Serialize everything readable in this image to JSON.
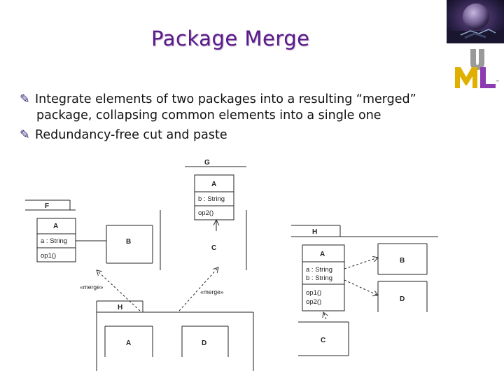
{
  "slide": {
    "title": "Package Merge",
    "bullets": [
      {
        "line1": "Integrate elements of two packages into a resulting “merged”",
        "line2": "package, collapsing common elements into a single one"
      },
      {
        "line1": "Redundancy-free cut and paste",
        "line2": ""
      }
    ],
    "bullet_glyph": "✎"
  },
  "diagram": {
    "left": {
      "F": {
        "name": "F",
        "class": "A",
        "attrs": [
          "a : String"
        ],
        "ops": [
          "op1()"
        ]
      },
      "B": "B",
      "C": "C",
      "G": {
        "name": "G",
        "class": "A",
        "attrs": [
          "b : String"
        ],
        "ops": [
          "op2()"
        ]
      },
      "H": {
        "name": "H",
        "A": "A",
        "D": "D"
      },
      "merge_label": "«merge»"
    },
    "right": {
      "H": {
        "name": "H",
        "class": "A",
        "attrs": [
          "a : String",
          "b : String"
        ],
        "ops": [
          "op1()",
          "op2()"
        ]
      },
      "B": "B",
      "D": "D",
      "C": "C"
    }
  },
  "logo": {
    "letters": "UML",
    "tm": "™"
  }
}
